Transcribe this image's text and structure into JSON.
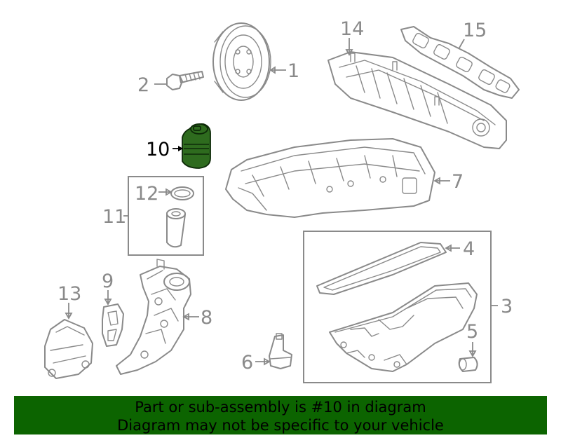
{
  "callouts": {
    "c1": "1",
    "c2": "2",
    "c3": "3",
    "c4": "4",
    "c5": "5",
    "c6": "6",
    "c7": "7",
    "c8": "8",
    "c9": "9",
    "c10": "10",
    "c11": "11",
    "c12": "12",
    "c13": "13",
    "c14": "14",
    "c15": "15"
  },
  "highlighted_part": "10",
  "colors": {
    "banner_bg": "#0c6400",
    "highlight_fill": "#2e6b1e",
    "line_gray": "#8a8a8a"
  },
  "banner": {
    "line1": "Part or sub-assembly is #10 in diagram",
    "line2": "Diagram may not be specific to your vehicle"
  }
}
